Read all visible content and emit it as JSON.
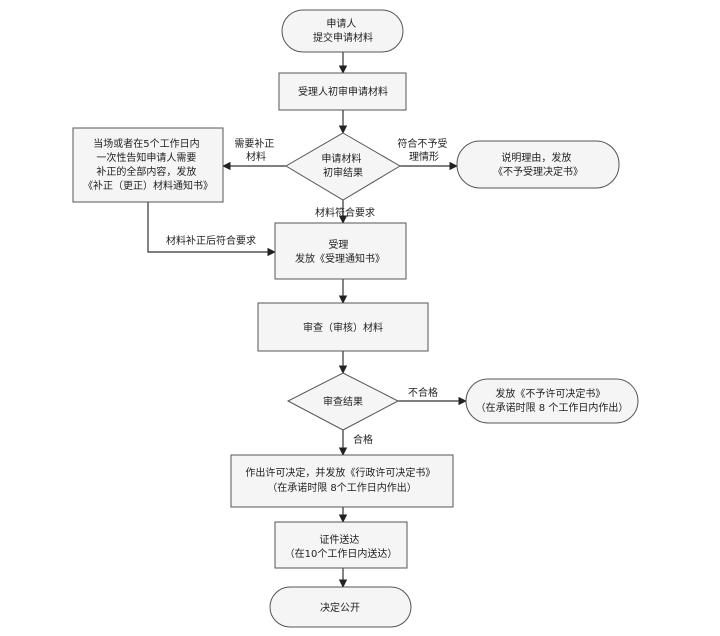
{
  "nodes": {
    "applicant": [
      "申请人",
      "提交申请材料"
    ],
    "preliminary_review": [
      "受理人初审申请材料"
    ],
    "preliminary_result": [
      "申请材料",
      "初审结果"
    ],
    "correction_notice": [
      "当场或者在5个工作日内",
      "一次性告知申请人需要",
      "补正的全部内容，发放",
      "《补正（更正）材料通知书》"
    ],
    "reject_notice": [
      "说明理由，发放",
      "《不予受理决定书》"
    ],
    "accept": [
      "受理",
      "发放《受理通知书》"
    ],
    "review": [
      "审查（审核）材料"
    ],
    "review_result": [
      "审查结果"
    ],
    "deny_permit": [
      "发放《不予许可决定书》",
      "（在承诺时限 8 个工作日内作出）"
    ],
    "grant_permit": [
      "作出许可决定，并发放《行政许可决定书》",
      "（在承诺时限  8个工作日内作出）"
    ],
    "delivery": [
      "证件送达",
      "（在10个工作日内送达）"
    ],
    "publish": [
      "决定公开"
    ]
  },
  "edges": {
    "needs_correction": [
      "需要补正",
      "材料"
    ],
    "not_acceptable": [
      "符合不予受",
      "理情形"
    ],
    "meets_requirements": "材料符合要求",
    "corrected_meets": "材料补正后符合要求",
    "unqualified": "不合格",
    "qualified": "合格"
  }
}
